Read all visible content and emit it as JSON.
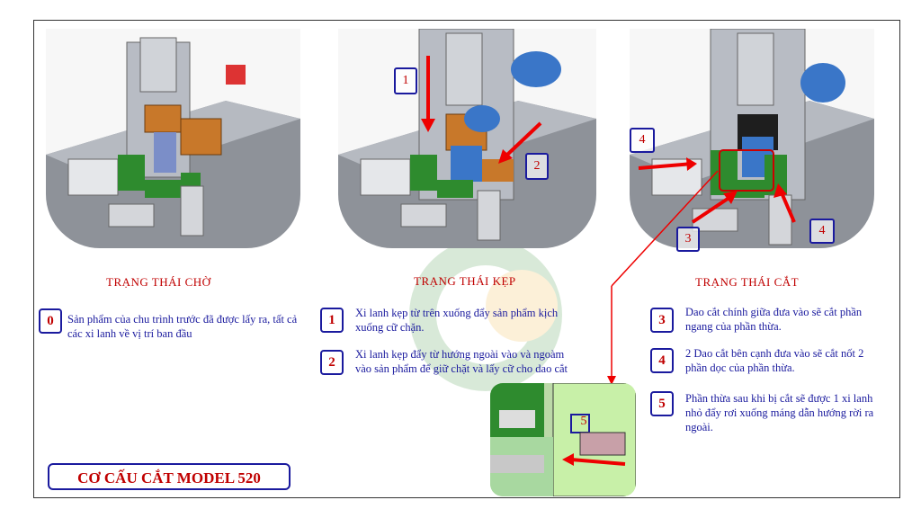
{
  "title": "CƠ CẤU CẮT MODEL 520",
  "states": [
    {
      "title": "TRẠNG THÁI CHỜ"
    },
    {
      "title": "TRẠNG THÁI KẸP"
    },
    {
      "title": "TRẠNG THÁI CẮT"
    }
  ],
  "steps": [
    {
      "num": "0",
      "text": "Sản phẩm của chu trình trước đã được lấy ra, tất cả các xi lanh về vị trí ban đầu"
    },
    {
      "num": "1",
      "text": "Xi lanh kẹp từ trên xuống đẩy sản phẩm kịch xuống cữ chặn."
    },
    {
      "num": "2",
      "text": "Xi lanh kẹp đẩy từ hướng ngoài vào và ngoàm vào sản phẩm để giữ chặt và lấy cữ cho dao cắt"
    },
    {
      "num": "3",
      "text": "Dao cắt chính giữa đưa vào sẽ cắt phần ngang của phần thừa."
    },
    {
      "num": "4",
      "text": "2 Dao cắt bên cạnh đưa vào sẽ cắt nốt 2 phần dọc của phần thừa."
    },
    {
      "num": "5",
      "text": "Phần thừa sau khi bị cắt sẽ được 1 xi lanh nhỏ đẩy rơi xuống máng dẫn hướng rời ra ngoài."
    }
  ],
  "callouts": {
    "p2_1": "1",
    "p2_2": "2",
    "p3_4a": "4",
    "p3_3": "3",
    "p3_4b": "4",
    "detail_5": "5"
  },
  "colors": {
    "accent": "#c00000",
    "border": "#1a1a9e",
    "machine_gray": "#b8bcc4",
    "orange": "#c8782a",
    "green": "#2e8b2e",
    "blue": "#3a76c8"
  }
}
